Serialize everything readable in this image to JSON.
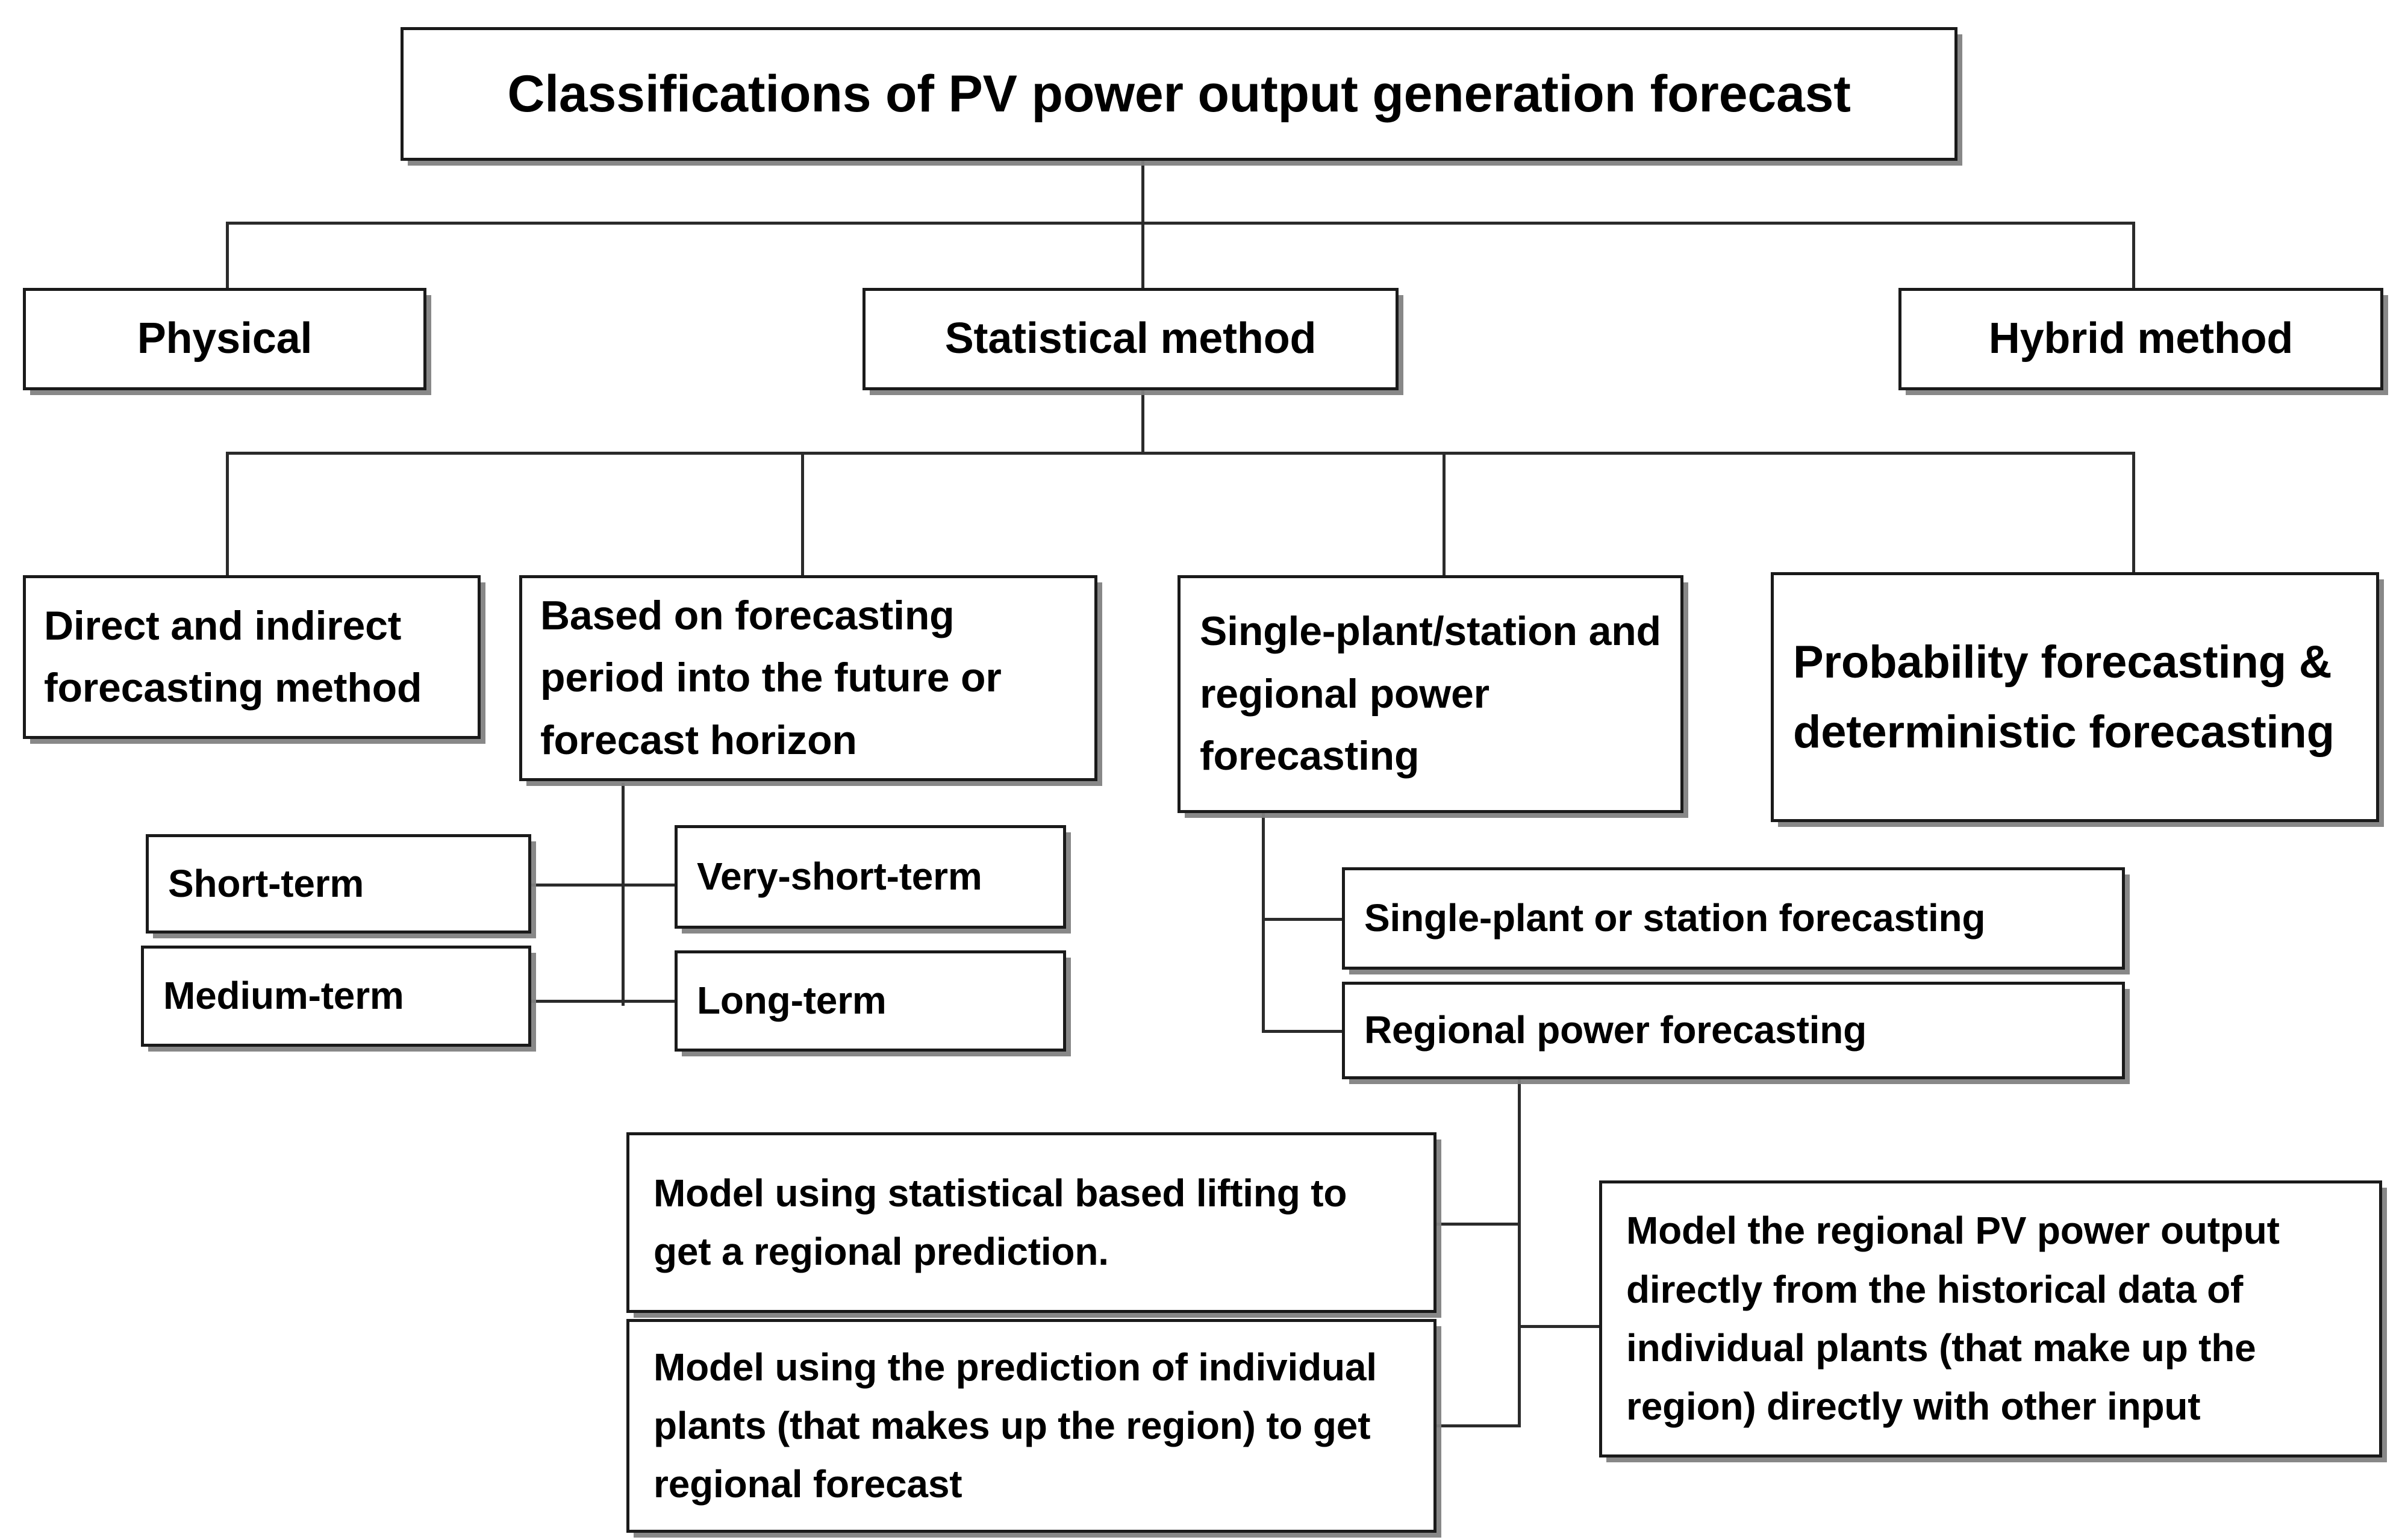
{
  "diagram": {
    "title": "Classifications of PV power output generation forecast",
    "type": "hierarchical-flowchart",
    "root": {
      "id": "root",
      "label": "Classifications of PV power output generation forecast"
    },
    "level2": [
      {
        "id": "physical",
        "label": "Physical"
      },
      {
        "id": "statistical",
        "label": "Statistical method"
      },
      {
        "id": "hybrid",
        "label": "Hybrid method"
      }
    ],
    "level3": [
      {
        "id": "direct-indirect",
        "label": "Direct and indirect forecasting method"
      },
      {
        "id": "forecast-horizon",
        "label": "Based on forecasting period into the future or forecast horizon"
      },
      {
        "id": "single-regional",
        "label": "Single-plant/station and regional power forecasting"
      },
      {
        "id": "probability-det",
        "label": "Probability forecasting & deterministic forecasting"
      }
    ],
    "horizon_children": [
      {
        "id": "short-term",
        "label": "Short-term"
      },
      {
        "id": "very-short-term",
        "label": "Very-short-term"
      },
      {
        "id": "medium-term",
        "label": "Medium-term"
      },
      {
        "id": "long-term",
        "label": "Long-term"
      }
    ],
    "station_children": [
      {
        "id": "single-plant-station",
        "label": "Single-plant or station forecasting"
      },
      {
        "id": "regional-power",
        "label": "Regional power forecasting"
      }
    ],
    "regional_children": [
      {
        "id": "model-statistical-lifting",
        "label": "Model using statistical based lifting to get a regional prediction."
      },
      {
        "id": "model-individual-plants",
        "label": "Model using the prediction of individual plants (that makes up the region) to get regional forecast"
      },
      {
        "id": "model-regional-direct",
        "label": "Model the regional PV power output directly from the historical data of individual plants (that make up the region) directly with other input"
      }
    ],
    "colors": {
      "box_border": "#1a1a1a",
      "box_fill": "#ffffff",
      "shadow": "#828282",
      "connector": "#2b2b2b",
      "text": "#000000"
    }
  }
}
